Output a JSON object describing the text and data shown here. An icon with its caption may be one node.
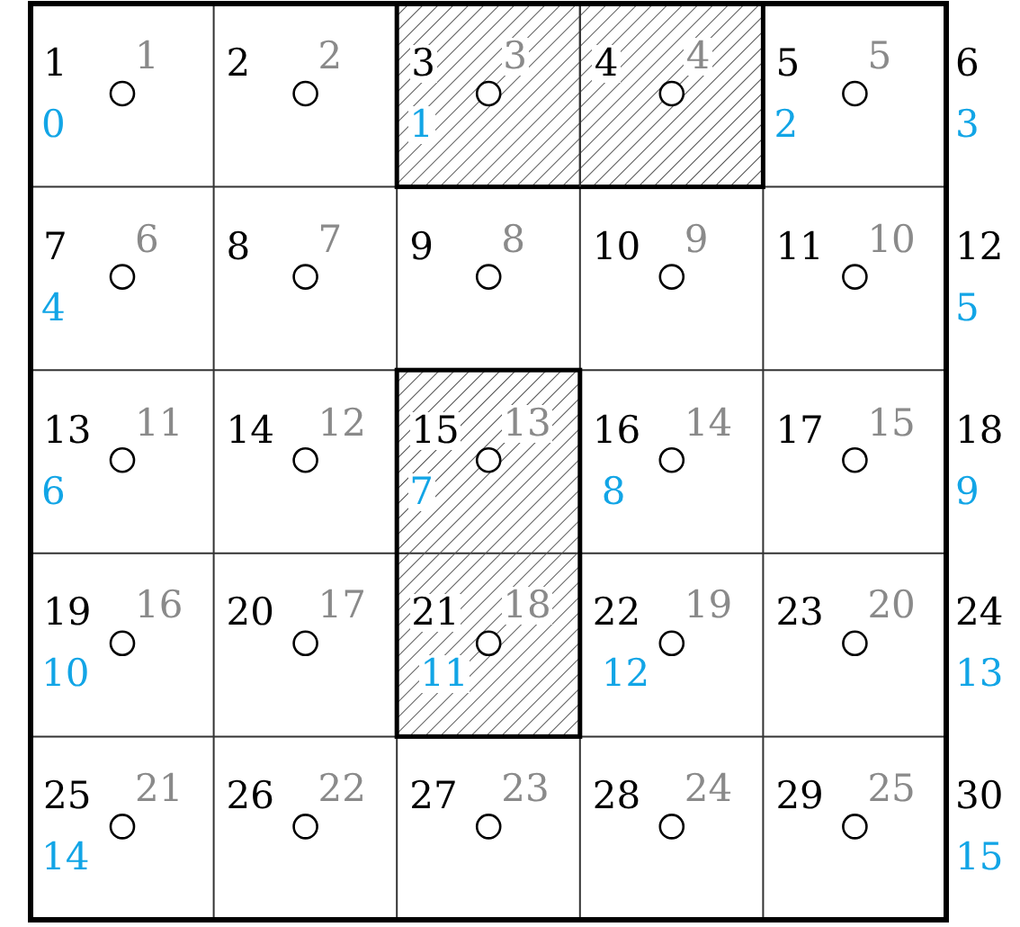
{
  "diagram": {
    "labels": [
      "1",
      "1",
      "0",
      "2",
      "2",
      "3",
      "3",
      "1",
      "4",
      "4",
      "5",
      "5",
      "2",
      "6",
      "3",
      "7",
      "6",
      "4",
      "8",
      "7",
      "9",
      "8",
      "10",
      "9",
      "11",
      "10",
      "12",
      "5",
      "13",
      "11",
      "6",
      "14",
      "12",
      "15",
      "13",
      "7",
      "16",
      "14",
      "8",
      "17",
      "15",
      "18",
      "9",
      "19",
      "16",
      "10",
      "20",
      "17",
      "21",
      "18",
      "11",
      "22",
      "19",
      "12",
      "23",
      "20",
      "24",
      "13",
      "25",
      "21",
      "14",
      "26",
      "22",
      "27",
      "23",
      "28",
      "24",
      "29",
      "25",
      "30",
      "15"
    ]
  }
}
